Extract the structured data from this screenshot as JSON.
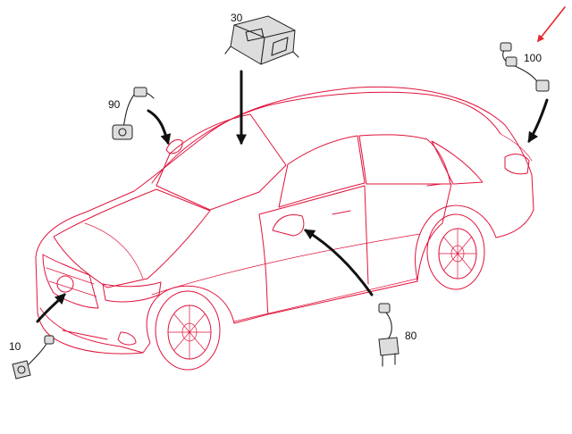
{
  "diagram": {
    "callouts": {
      "c10": "10",
      "c30": "30",
      "c80": "80",
      "c90": "90",
      "c100": "100"
    },
    "colors": {
      "car_outline": "#e0143c",
      "parts": "#222222",
      "highlight_arrow": "#e8262c"
    }
  }
}
